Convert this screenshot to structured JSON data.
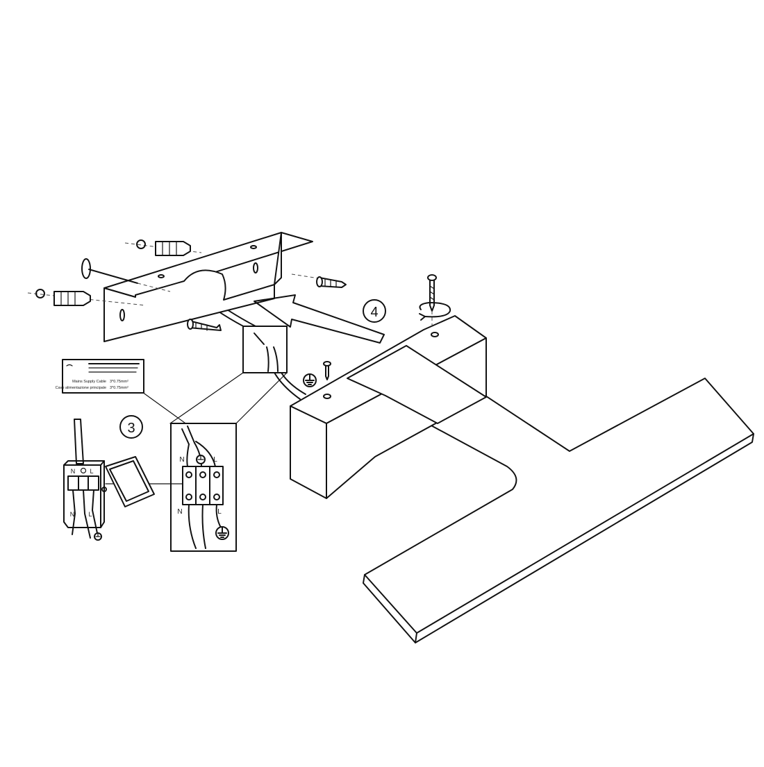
{
  "diagram": {
    "step_labels": {
      "step3": "3",
      "step4": "4"
    },
    "cable_label": {
      "line1_name": "Mains Supply Cable",
      "line1_value": "3*0.75mm²",
      "line2_name": "Cavo alimentazione principale",
      "line2_value": "3*0.75mm²"
    },
    "terminal_letters": {
      "neutral": "N",
      "live": "L"
    },
    "icons": [
      "earth-ground-icon",
      "screw-icon",
      "wall-plug-icon",
      "rotation-arrow-icon",
      "direction-arrow-icon"
    ],
    "colors": {
      "line": "#111111",
      "background": "#ffffff"
    }
  }
}
